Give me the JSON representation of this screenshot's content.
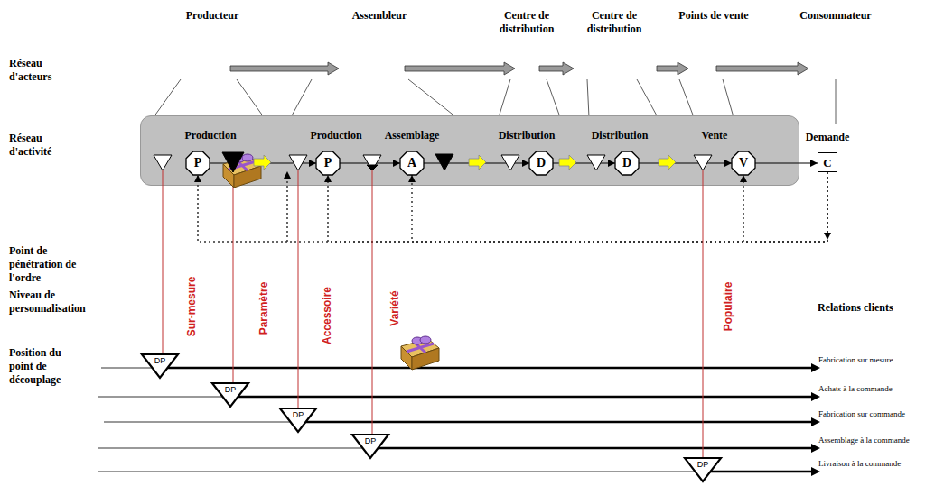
{
  "diagram": {
    "nodes": [
      {
        "text": [
          "Production",
          "Production",
          "Assemblage",
          "Distribution",
          "Distribution",
          "Vente"
        ]
      },
      {
        "text": [
          "P"
        ],
        "in": 0
      },
      {
        "text": [
          "P"
        ],
        "in": 0
      },
      {
        "text": [
          "A"
        ],
        "in": 0
      },
      {
        "text": [
          "D"
        ],
        "in": 0
      },
      {
        "text": [
          "D"
        ],
        "in": 0
      },
      {
        "text": [
          "V"
        ],
        "in": 0
      },
      {
        "text": [
          "Demande",
          "C"
        ]
      },
      {
        "text": [
          "DP"
        ]
      },
      {
        "text": [
          "DP"
        ]
      },
      {
        "text": [
          "DP"
        ]
      },
      {
        "text": [
          "DP"
        ]
      },
      {
        "text": [
          "DP"
        ]
      }
    ],
    "edges": [
      {
        "from": 1,
        "to": 2,
        "arrow": "to"
      },
      {
        "from": 2,
        "to": 3,
        "arrow": "to"
      },
      {
        "from": 3,
        "to": 4,
        "arrow": "to"
      },
      {
        "from": 4,
        "to": 5,
        "arrow": "to"
      },
      {
        "from": 5,
        "to": 6,
        "arrow": "to"
      },
      {
        "from": 6,
        "to": 7,
        "arrow": "to"
      },
      {
        "from": 7,
        "to": 1,
        "arrow": "to"
      },
      {
        "from": 7,
        "to": 2,
        "arrow": "to"
      },
      {
        "from": 7,
        "to": 3,
        "arrow": "to"
      },
      {
        "from": 7,
        "to": 6,
        "arrow": "to"
      }
    ],
    "labels": [
      "Producteur",
      "Assembleur",
      "Centre de distribution",
      "Centre de distribution",
      "Points de vente",
      "Consommateur",
      "Réseau d'acteurs",
      "Réseau d'activité",
      "Point de pénétration de l'ordre",
      "Niveau de personnalisation",
      "Position du point de découplage",
      "Relations clients",
      "Sur-mesure",
      "Paramètre",
      "Accessoire",
      "Variété",
      "Populaire",
      "Fabrication sur mesure",
      "Achats à la commande",
      "Fabrication sur commande",
      "Assemblage à la commande",
      "Livraison à la commande"
    ]
  }
}
